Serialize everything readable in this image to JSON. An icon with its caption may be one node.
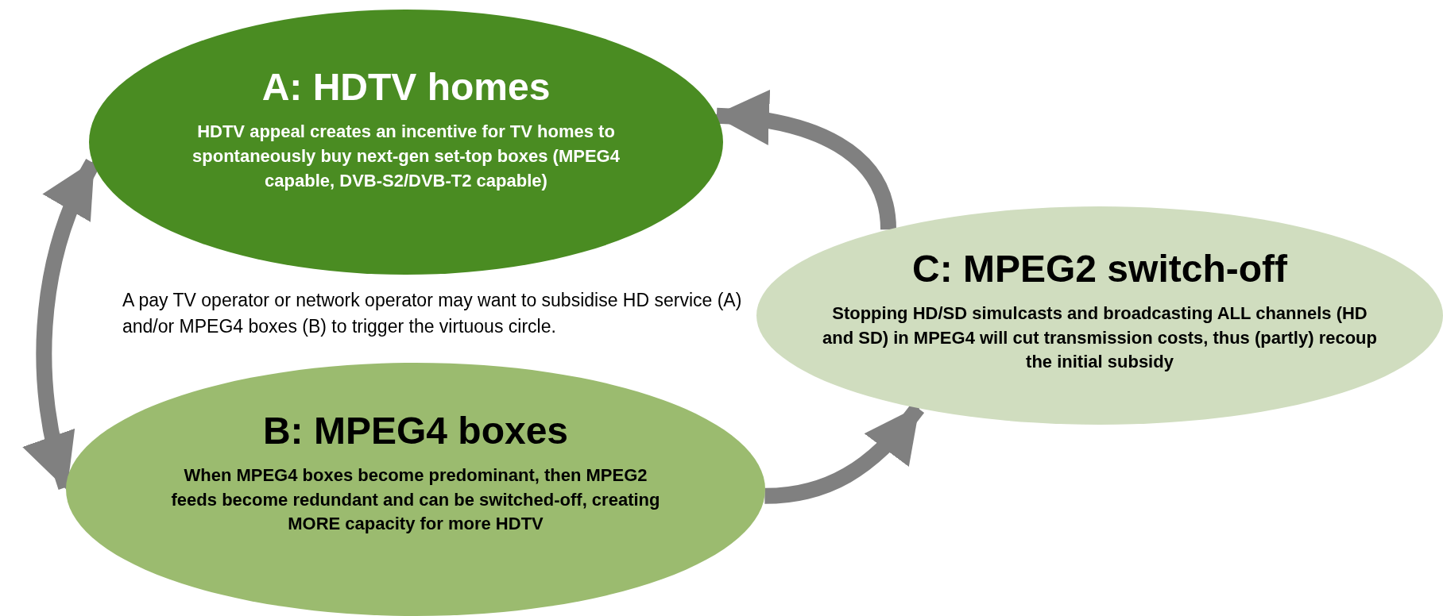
{
  "diagram": {
    "nodes": [
      {
        "text": [
          "A: HDTV homes",
          "HDTV appeal creates an incentive for TV homes to spontaneously buy next-gen set-top boxes (MPEG4 capable, DVB-S2/DVB-T2 capable)"
        ]
      },
      {
        "text": [
          "C: MPEG2 switch-off",
          "Stopping HD/SD simulcasts and broadcasting ALL channels (HD and SD) in MPEG4 will cut transmission costs, thus (partly) recoup the initial subsidy"
        ]
      },
      {
        "text": [
          "B: MPEG4 boxes",
          "When MPEG4 boxes become predominant, then MPEG2 feeds become redundant and can be switched-off, creating MORE capacity for more HDTV"
        ]
      }
    ],
    "edges": [
      {
        "from": 1,
        "to": 0,
        "arrow": "to"
      },
      {
        "from": 2,
        "to": 1,
        "arrow": "to"
      },
      {
        "from": 0,
        "to": 2,
        "arrow": "both"
      }
    ],
    "labels": [
      "A pay TV operator or network operator may want to subsidise HD service (A) and/or MPEG4 boxes (B) to trigger the virtuous circle."
    ]
  }
}
